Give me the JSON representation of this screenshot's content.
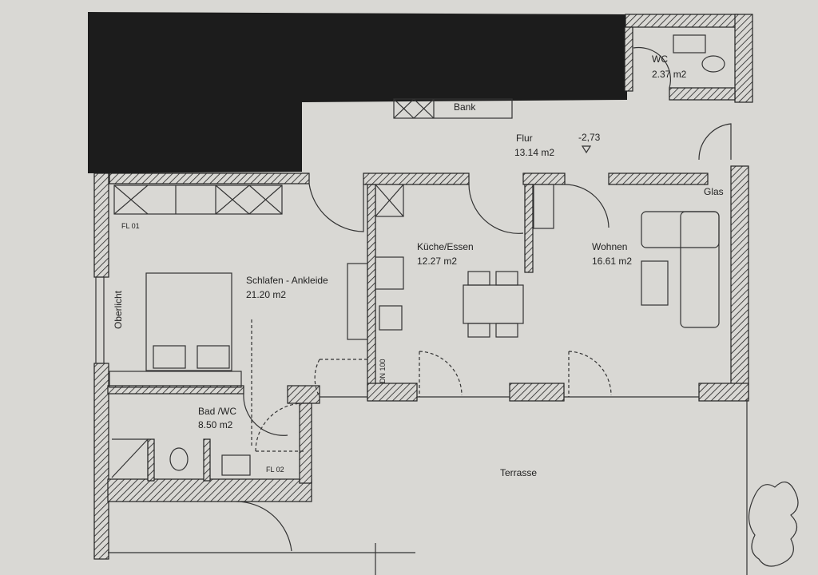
{
  "rooms": {
    "wc": {
      "name": "WC",
      "area": "2.37 m2"
    },
    "flur": {
      "name": "Flur",
      "area": "13.14 m2",
      "level": "-2,73"
    },
    "schlafen": {
      "name": "Schlafen - Ankleide",
      "area": "21.20 m2"
    },
    "kueche": {
      "name": "Küche/Essen",
      "area": "12.27 m2"
    },
    "wohnen": {
      "name": "Wohnen",
      "area": "16.61 m2"
    },
    "bad": {
      "name": "Bad /WC",
      "area": "8.50 m2"
    },
    "terrasse": {
      "name": "Terrasse"
    }
  },
  "annotations": {
    "bank": "Bank",
    "glas": "Glas",
    "oberlicht": "Oberlicht",
    "fl01": "FL 01",
    "fl02": "FL 02",
    "dn": "DN 100"
  },
  "colors": {
    "paper": "#d9d8d4",
    "ink": "#222222",
    "redaction": "#1c1c1c"
  }
}
